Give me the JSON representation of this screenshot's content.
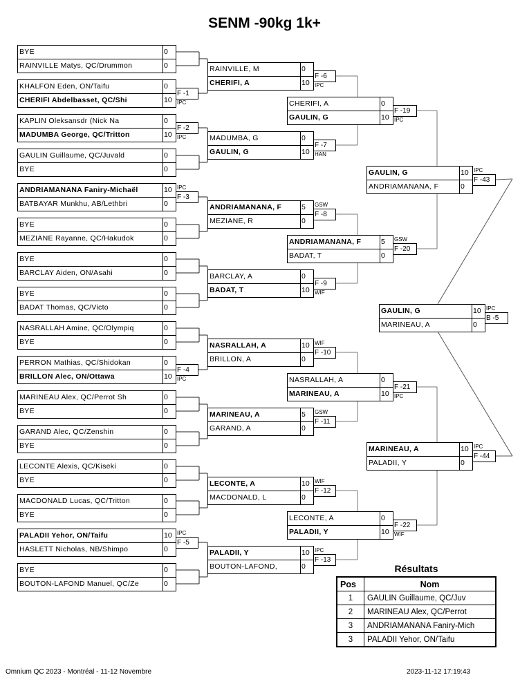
{
  "title": "SENM -90kg 1k+",
  "round1": [
    {
      "p1": "BYE",
      "s1": "0",
      "p2": "RAINVILLE Matys, QC/Drummon",
      "s2": "0",
      "winner": 0,
      "fight": "",
      "type": ""
    },
    {
      "p1": "KHALFON Eden, ON/Taifu",
      "s1": "0",
      "p2": "CHERIFI Abdelbasset, QC/Shi",
      "s2": "10",
      "winner": 2,
      "fight": "F -1",
      "type": "IPC"
    },
    {
      "p1": "KAPLIN Oleksansdr (Nick Na",
      "s1": "0",
      "p2": "MADUMBA George, QC/Tritton",
      "s2": "10",
      "winner": 2,
      "fight": "F -2",
      "type": "IPC"
    },
    {
      "p1": "GAULIN Guillaume, QC/Juvald",
      "s1": "0",
      "p2": "BYE",
      "s2": "0",
      "winner": 0,
      "fight": "",
      "type": ""
    },
    {
      "p1": "ANDRIAMANANA Faniry-Michaël",
      "s1": "10",
      "p2": "BATBAYAR Munkhu, AB/Lethbri",
      "s2": "0",
      "winner": 1,
      "fight": "F -3",
      "type": "IPC"
    },
    {
      "p1": "BYE",
      "s1": "0",
      "p2": "MEZIANE Rayanne, QC/Hakudok",
      "s2": "0",
      "winner": 0,
      "fight": "",
      "type": ""
    },
    {
      "p1": "BYE",
      "s1": "0",
      "p2": "BARCLAY Aiden, ON/Asahi",
      "s2": "0",
      "winner": 0,
      "fight": "",
      "type": ""
    },
    {
      "p1": "BYE",
      "s1": "0",
      "p2": "BADAT Thomas, QC/Victo",
      "s2": "0",
      "winner": 0,
      "fight": "",
      "type": ""
    },
    {
      "p1": "NASRALLAH Amine, QC/Olympiq",
      "s1": "0",
      "p2": "BYE",
      "s2": "0",
      "winner": 0,
      "fight": "",
      "type": ""
    },
    {
      "p1": "PERRON Mathias, QC/Shidokan",
      "s1": "0",
      "p2": "BRILLON Alec, ON/Ottawa",
      "s2": "10",
      "winner": 2,
      "fight": "F -4",
      "type": "IPC"
    },
    {
      "p1": "MARINEAU Alex, QC/Perrot Sh",
      "s1": "0",
      "p2": "BYE",
      "s2": "0",
      "winner": 0,
      "fight": "",
      "type": ""
    },
    {
      "p1": "GARAND Alec, QC/Zenshin",
      "s1": "0",
      "p2": "BYE",
      "s2": "0",
      "winner": 0,
      "fight": "",
      "type": ""
    },
    {
      "p1": "LECONTE Alexis, QC/Kiseki",
      "s1": "0",
      "p2": "BYE",
      "s2": "0",
      "winner": 0,
      "fight": "",
      "type": ""
    },
    {
      "p1": "MACDONALD Lucas, QC/Tritton",
      "s1": "0",
      "p2": "BYE",
      "s2": "0",
      "winner": 0,
      "fight": "",
      "type": ""
    },
    {
      "p1": "PALADII Yehor, ON/Taifu",
      "s1": "10",
      "p2": "HASLETT Nicholas, NB/Shimpo",
      "s2": "0",
      "winner": 1,
      "fight": "F -5",
      "type": "IPC"
    },
    {
      "p1": "BYE",
      "s1": "0",
      "p2": "BOUTON-LAFOND Manuel, QC/Ze",
      "s2": "0",
      "winner": 0,
      "fight": "",
      "type": ""
    }
  ],
  "round2": [
    {
      "p1": "RAINVILLE, M",
      "s1": "0",
      "p2": "CHERIFI, A",
      "s2": "10",
      "winner": 2,
      "fight": "F -6",
      "type": "IPC"
    },
    {
      "p1": "MADUMBA, G",
      "s1": "0",
      "p2": "GAULIN, G",
      "s2": "10",
      "winner": 2,
      "fight": "F -7",
      "type": "HAN"
    },
    {
      "p1": "ANDRIAMANANA, F",
      "s1": "5",
      "p2": "MEZIANE, R",
      "s2": "0",
      "winner": 1,
      "fight": "F -8",
      "type": "GSW"
    },
    {
      "p1": "BARCLAY, A",
      "s1": "0",
      "p2": "BADAT, T",
      "s2": "10",
      "winner": 2,
      "fight": "F -9",
      "type": "WIF"
    },
    {
      "p1": "NASRALLAH, A",
      "s1": "10",
      "p2": "BRILLON, A",
      "s2": "0",
      "winner": 1,
      "fight": "F -10",
      "type": "WIF"
    },
    {
      "p1": "MARINEAU, A",
      "s1": "5",
      "p2": "GARAND, A",
      "s2": "0",
      "winner": 1,
      "fight": "F -11",
      "type": "GSW"
    },
    {
      "p1": "LECONTE, A",
      "s1": "10",
      "p2": "MACDONALD, L",
      "s2": "0",
      "winner": 1,
      "fight": "F -12",
      "type": "WIF"
    },
    {
      "p1": "PALADII, Y",
      "s1": "10",
      "p2": "BOUTON-LAFOND,",
      "s2": "0",
      "winner": 1,
      "fight": "F -13",
      "type": "IPC"
    }
  ],
  "round3": [
    {
      "p1": "CHERIFI, A",
      "s1": "0",
      "p2": "GAULIN, G",
      "s2": "10",
      "winner": 2,
      "fight": "F -19",
      "type": "IPC"
    },
    {
      "p1": "ANDRIAMANANA, F",
      "s1": "5",
      "p2": "BADAT, T",
      "s2": "0",
      "winner": 1,
      "fight": "F -20",
      "type": "GSW"
    },
    {
      "p1": "NASRALLAH, A",
      "s1": "0",
      "p2": "MARINEAU, A",
      "s2": "10",
      "winner": 2,
      "fight": "F -21",
      "type": "IPC"
    },
    {
      "p1": "LECONTE, A",
      "s1": "0",
      "p2": "PALADII, Y",
      "s2": "10",
      "winner": 2,
      "fight": "F -22",
      "type": "WIF"
    }
  ],
  "semis": [
    {
      "p1": "GAULIN, G",
      "s1": "10",
      "p2": "ANDRIAMANANA, F",
      "s2": "0",
      "winner": 1,
      "fight": "F -43",
      "type": "IPC"
    },
    {
      "p1": "MARINEAU, A",
      "s1": "10",
      "p2": "PALADII, Y",
      "s2": "0",
      "winner": 1,
      "fight": "F -44",
      "type": "IPC"
    }
  ],
  "final": [
    {
      "p1": "GAULIN, G",
      "s1": "10",
      "p2": "MARINEAU, A",
      "s2": "0",
      "winner": 1,
      "fight": "B -5",
      "type": "IPC"
    }
  ],
  "results": {
    "title": "Résultats",
    "headers": {
      "pos": "Pos",
      "name": "Nom"
    },
    "rows": [
      {
        "pos": "1",
        "name": "GAULIN Guillaume, QC/Juv"
      },
      {
        "pos": "2",
        "name": "MARINEAU Alex, QC/Perrot"
      },
      {
        "pos": "3",
        "name": "ANDRIAMANANA Faniry-Mich"
      },
      {
        "pos": "3",
        "name": "PALADII Yehor, ON/Taifu"
      }
    ]
  },
  "footer": {
    "event": "Omnium QC 2023 - Montréal - 11-12 Novembre",
    "timestamp": "2023-11-12 17:19:43"
  }
}
